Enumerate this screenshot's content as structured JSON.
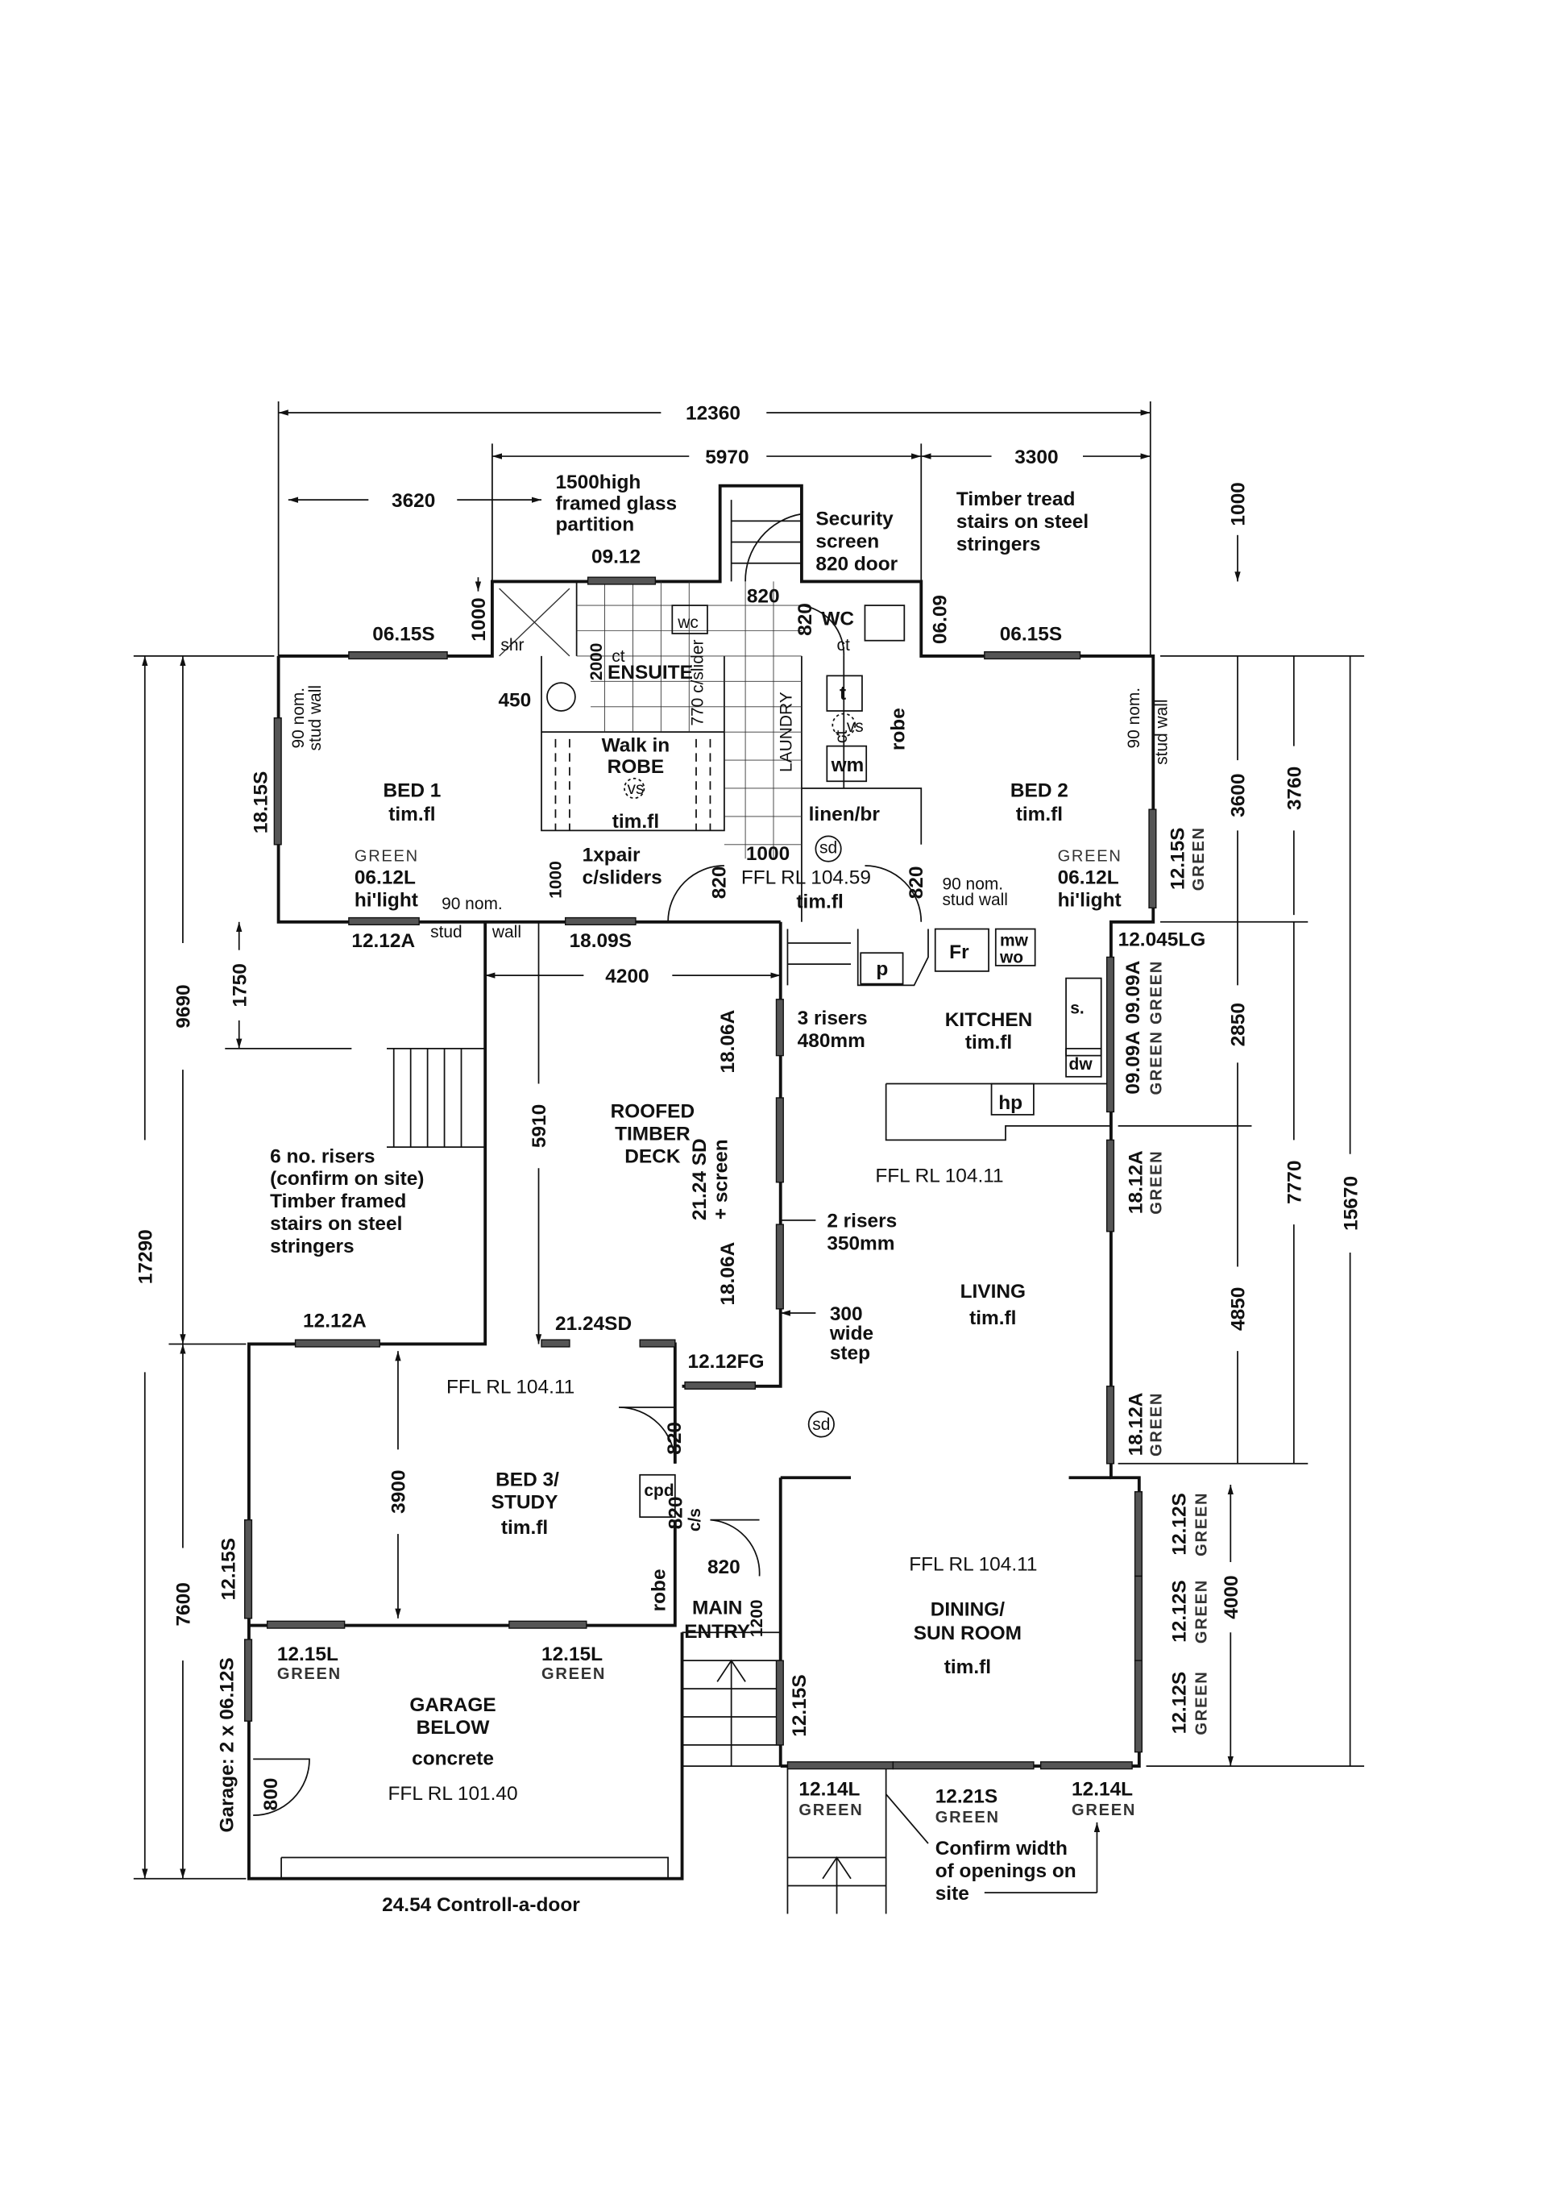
{
  "dimensions": {
    "overall_width": "12360",
    "mid_width": "5970",
    "right_width": "3300",
    "left_width": "3620",
    "right_top": "1000",
    "left_top": "1000",
    "overall_depth": "17290",
    "upper_depth": "9690",
    "lower_depth": "7600",
    "deck_offset": "1750",
    "bed2_depth": "3600",
    "bed2_outer": "3760",
    "kitchen_depth": "2850",
    "living_depth": "4850",
    "living_total": "7770",
    "right_total": "15670",
    "dining_depth": "4000",
    "deck_depth": "5910",
    "deck_width": "4200",
    "bed3_depth": "3900",
    "shower_width": "2000",
    "vanity_offset": "450",
    "robe_door": "1000",
    "hall_width": "1000",
    "entry_width": "1200"
  },
  "notes": {
    "glass_1": "1500high",
    "glass_2": "framed glass",
    "glass_3": "partition",
    "security_1": "Security",
    "security_2": "screen",
    "security_3": "820 door",
    "timber_1": "Timber tread",
    "timber_2": "stairs on steel",
    "timber_3": "stringers",
    "side_1": "6 no. risers",
    "side_2": "(confirm on site)",
    "side_3": "Timber framed",
    "side_4": "stairs on steel",
    "side_5": "stringers",
    "risers3_1": "3 risers",
    "risers3_2": "480mm",
    "risers2_1": "2 risers",
    "risers2_2": "350mm",
    "step_1": "300",
    "step_2": "wide",
    "step_3": "step",
    "confirm_1": "Confirm width",
    "confirm_2": "of openings on",
    "confirm_3": "site",
    "garage_door": "24.54 Controll-a-door",
    "garage_windows": "Garage: 2  x  06.12S",
    "stud_1": "90  nom.",
    "stud_2": "stud  wall",
    "stud_3": "90  nom.",
    "stud_4": "stud  wall",
    "stud_5": "90  nom.",
    "stud_6": "stud",
    "stud_7": "wall",
    "stud_8": "90 nom.",
    "stud_9": "stud  wall"
  },
  "rooms": {
    "bed1": "BED 1",
    "bed1_floor": "tim.fl",
    "bed1_green": "GREEN",
    "bed1_win": "06.12L",
    "bed1_hl": "hi'light",
    "bed2": "BED 2",
    "bed2_floor": "tim.fl",
    "bed2_green": "GREEN",
    "bed2_win": "06.12L",
    "bed2_hl": "hi'light",
    "ensuite": "ENSUITE",
    "shr": "shr",
    "wc1": "wc",
    "wc2": "WC",
    "ct1": "ct",
    "ct2": "ct",
    "ct3": "ct",
    "walkin_1": "Walk in",
    "walkin_2": "ROBE",
    "walkin_floor": "tim.fl",
    "vs1": "vs",
    "vs2": "vs",
    "sliders_1": "1xpair",
    "sliders_2": "c/sliders",
    "slider": "770 c/slider",
    "laundry": "LAUNDRY",
    "t": "t",
    "wm": "wm",
    "robe1": "robe",
    "linen": "linen/br",
    "hall_ffl": "FFL  RL  104.59",
    "hall_floor": "tim.fl",
    "sd1": "sd",
    "sd2": "sd",
    "kitchen": "KITCHEN",
    "kitchen_floor": "tim.fl",
    "p": "p",
    "fr": "Fr",
    "mw": "mw",
    "wo": "wo",
    "dw": "dw",
    "hp": "hp",
    "s": "s.",
    "deck_1": "ROOFED",
    "deck_2": "TIMBER",
    "deck_3": "DECK",
    "living_ffl": "FFL  RL  104.11",
    "living": "LIVING",
    "living_floor": "tim.fl",
    "bed3_ffl": "FFL  RL  104.11",
    "bed3_1": "BED 3/",
    "bed3_2": "STUDY",
    "bed3_floor": "tim.fl",
    "cpd": "cpd",
    "cs": "c/s",
    "robe2": "robe",
    "main_1": "MAIN",
    "main_2": "ENTRY",
    "dining_ffl": "FFL  RL  104.11",
    "dining_1": "DINING/",
    "dining_2": "SUN ROOM",
    "dining_floor": "tim.fl",
    "garage_1": "GARAGE",
    "garage_2": "BELOW",
    "garage_3": "concrete",
    "garage_ffl": "FFL  RL  101.40"
  },
  "doors": {
    "d820a": "820",
    "d820b": "820",
    "d820c": "820",
    "d820d": "820",
    "d820e": "820",
    "d820f": "820",
    "d820g": "820",
    "d800": "800"
  },
  "windows": {
    "w0912": "09.12",
    "w0615a": "06.15S",
    "w0615b": "06.15S",
    "w0609": "06.09",
    "w1815": "18.15S",
    "w1215r": "12.15S",
    "w1215r_g": "GREEN",
    "w1212a": "12.12A",
    "w1809": "18.09S",
    "w12045": "12.045LG",
    "w0909a": "09.09A",
    "w0909b": "09.09A",
    "w0909_g": "GREEN  GREEN",
    "w1806a": "18.06A",
    "w1806b": "18.06A",
    "w2124": "21.24  SD",
    "w2124s": "+ screen",
    "w1812a": "18.12A",
    "w1812a_g": "GREEN",
    "w1812b": "18.12A",
    "w1812b_g": "GREEN",
    "w1212a2": "12.12A",
    "w2124sd": "21.24SD",
    "w1212fg": "12.12FG",
    "w1215l": "12.15S",
    "w1215la": "12.15L",
    "w1215la_g": "GREEN",
    "w1215lb": "12.15L",
    "w1215lb_g": "GREEN",
    "w1215e": "12.15S",
    "w1212s1": "12.12S",
    "w1212s1_g": "GREEN",
    "w1212s2": "12.12S",
    "w1212s2_g": "GREEN",
    "w1212s3": "12.12S",
    "w1212s3_g": "GREEN",
    "w1214a": "12.14L",
    "w1214a_g": "GREEN",
    "w1221": "12.21S",
    "w1221_g": "GREEN",
    "w1214b": "12.14L",
    "w1214b_g": "GREEN"
  }
}
